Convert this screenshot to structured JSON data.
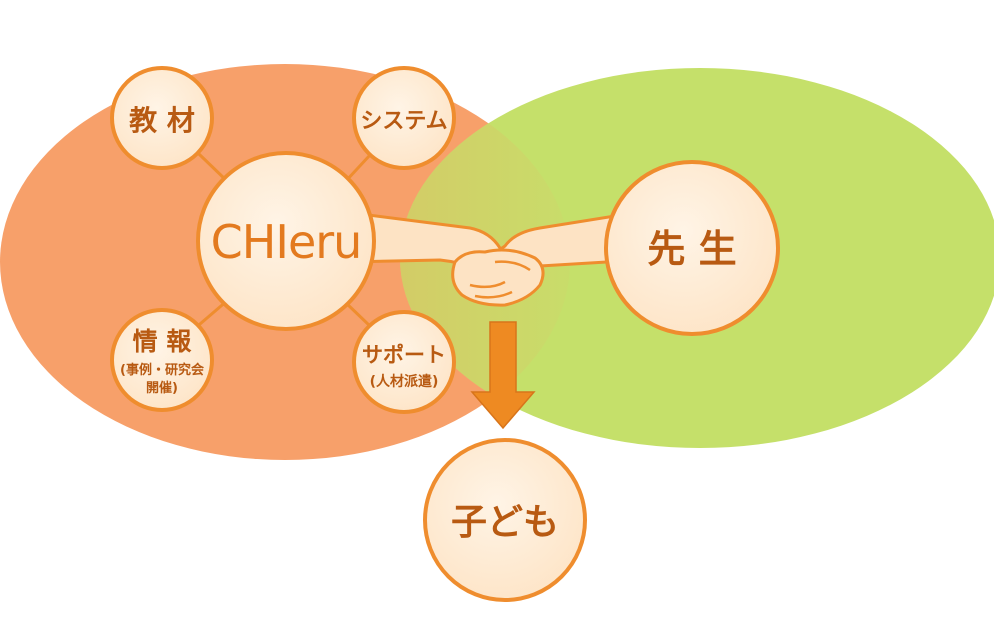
{
  "colors": {
    "left_region": "#f7a06a",
    "right_region": "#c5e06a",
    "node_fill": "#fde9d3",
    "node_stroke": "#ef8d2e",
    "text": "#b85a12",
    "arrow": "#ee8a22"
  },
  "nodes": {
    "center": {
      "label": "CHIeru"
    },
    "materials": {
      "label": "教 材"
    },
    "system": {
      "label": "システム"
    },
    "information": {
      "label": "情 報",
      "sub1": "(事例・研究会",
      "sub2": "開催)"
    },
    "support": {
      "label": "サポート",
      "sub1": "(人材派遣)"
    },
    "teacher": {
      "label": "先 生"
    },
    "children": {
      "label": "子ども"
    }
  },
  "icons": {
    "handshake": "handshake-icon",
    "arrow": "arrow-down-icon"
  }
}
